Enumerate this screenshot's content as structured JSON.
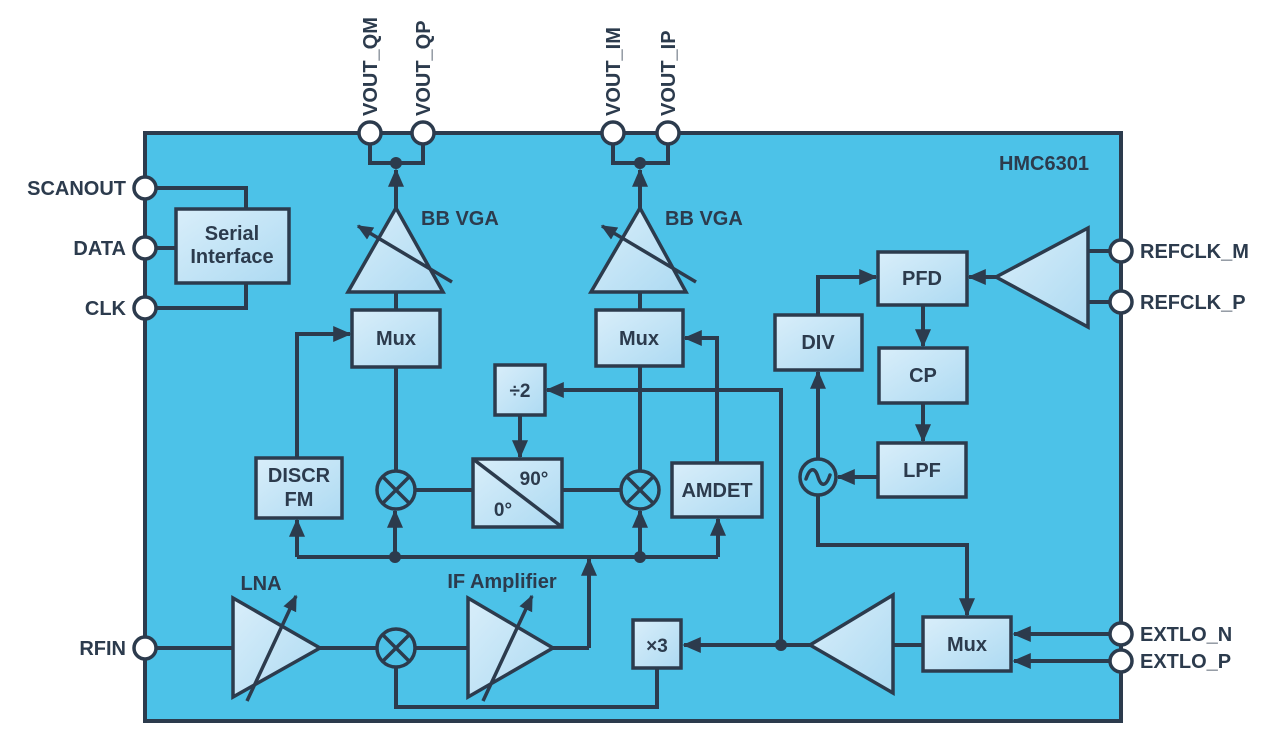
{
  "chip": {
    "part_number": "HMC6301"
  },
  "colors": {
    "chip_fill": "#4cc2e8",
    "block_fill_light": "#d9eefa",
    "block_fill_dark": "#addaf2",
    "line": "#2c3b4d",
    "pin_fill": "#ffffff",
    "background": "#ffffff"
  },
  "pins": {
    "top": [
      {
        "label": "VOUT_QM"
      },
      {
        "label": "VOUT_QP"
      },
      {
        "label": "VOUT_IM"
      },
      {
        "label": "VOUT_IP"
      }
    ],
    "left": [
      {
        "label": "SCANOUT"
      },
      {
        "label": "DATA"
      },
      {
        "label": "CLK"
      },
      {
        "label": "RFIN"
      }
    ],
    "right": [
      {
        "label": "REFCLK_M"
      },
      {
        "label": "REFCLK_P"
      },
      {
        "label": "EXTLO_N"
      },
      {
        "label": "EXTLO_P"
      }
    ]
  },
  "blocks": {
    "serial_interface": {
      "label_line1": "Serial",
      "label_line2": "Interface"
    },
    "mux_q": {
      "label": "Mux"
    },
    "mux_i": {
      "label": "Mux"
    },
    "mux_lo": {
      "label": "Mux"
    },
    "div2": {
      "label": "÷2"
    },
    "discr_fm": {
      "label_line1": "DISCR",
      "label_line2": "FM"
    },
    "phase_splitter": {
      "label_90": "90°",
      "label_0": "0°"
    },
    "amdet": {
      "label": "AMDET"
    },
    "x3": {
      "label": "×3"
    },
    "pfd": {
      "label": "PFD"
    },
    "cp": {
      "label": "CP"
    },
    "lpf": {
      "label": "LPF"
    },
    "div": {
      "label": "DIV"
    }
  },
  "amplifiers": {
    "bb_vga_q": {
      "label": "BB VGA"
    },
    "bb_vga_i": {
      "label": "BB VGA"
    },
    "lna": {
      "label": "LNA"
    },
    "if_amplifier": {
      "label": "IF Amplifier"
    }
  }
}
